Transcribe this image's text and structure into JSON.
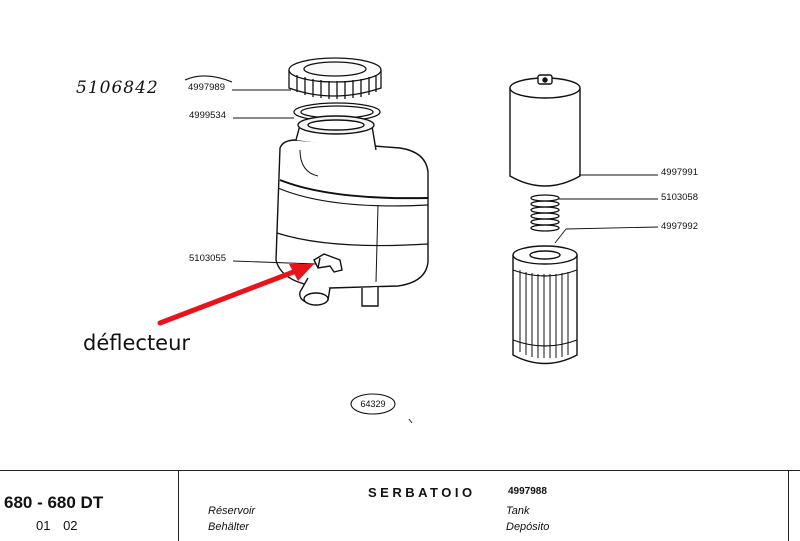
{
  "handwritten_number": "5106842",
  "callouts": {
    "cap": "4997989",
    "gasket": "4999534",
    "deflector_part": "5103055",
    "filter_housing": "4997991",
    "spring": "5103058",
    "filter": "4997992"
  },
  "annotation": {
    "label": "déflecteur",
    "arrow_color": "#e8141c"
  },
  "figure_number": "64329",
  "title_block": {
    "model": "680 - 680 DT",
    "pages": "01 02",
    "title": "SERBATOIO",
    "title_part_number": "4997988",
    "fr": "Réservoir",
    "de": "Behälter",
    "en": "Tank",
    "es": "Depósito"
  }
}
